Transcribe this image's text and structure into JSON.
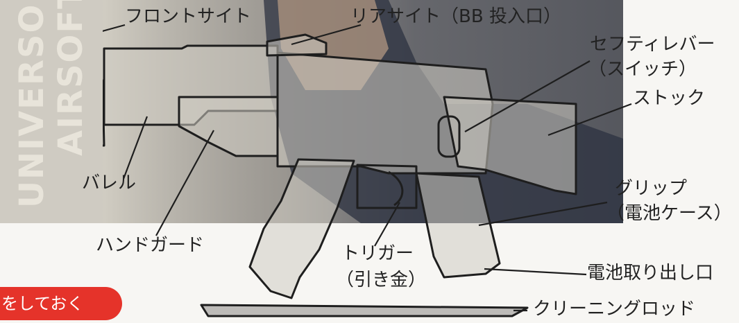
{
  "watermark": {
    "line1": "UNIVERSO",
    "line2": "AIRSOFT"
  },
  "labels": {
    "front_sight": "フロントサイト",
    "rear_sight": "リアサイト（BB 投入口）",
    "safety_lever_l1": "セフティレバー",
    "safety_lever_l2": "（スイッチ）",
    "stock": "ストック",
    "barrel": "バレル",
    "grip_l1": "グリップ",
    "grip_l2": "（電池ケース）",
    "handguard": "ハンドガード",
    "trigger_l1": "トリガー",
    "trigger_l2": "（引き金）",
    "battery_port": "電池取り出し口",
    "cleaning_rod": "クリーニングロッド"
  },
  "badge": {
    "text": "をしておく"
  },
  "colors": {
    "badge": "#e5332a",
    "photo_band": "#9a9794",
    "line": "#1e1e1e",
    "gun_body": "#c9c6bd"
  }
}
